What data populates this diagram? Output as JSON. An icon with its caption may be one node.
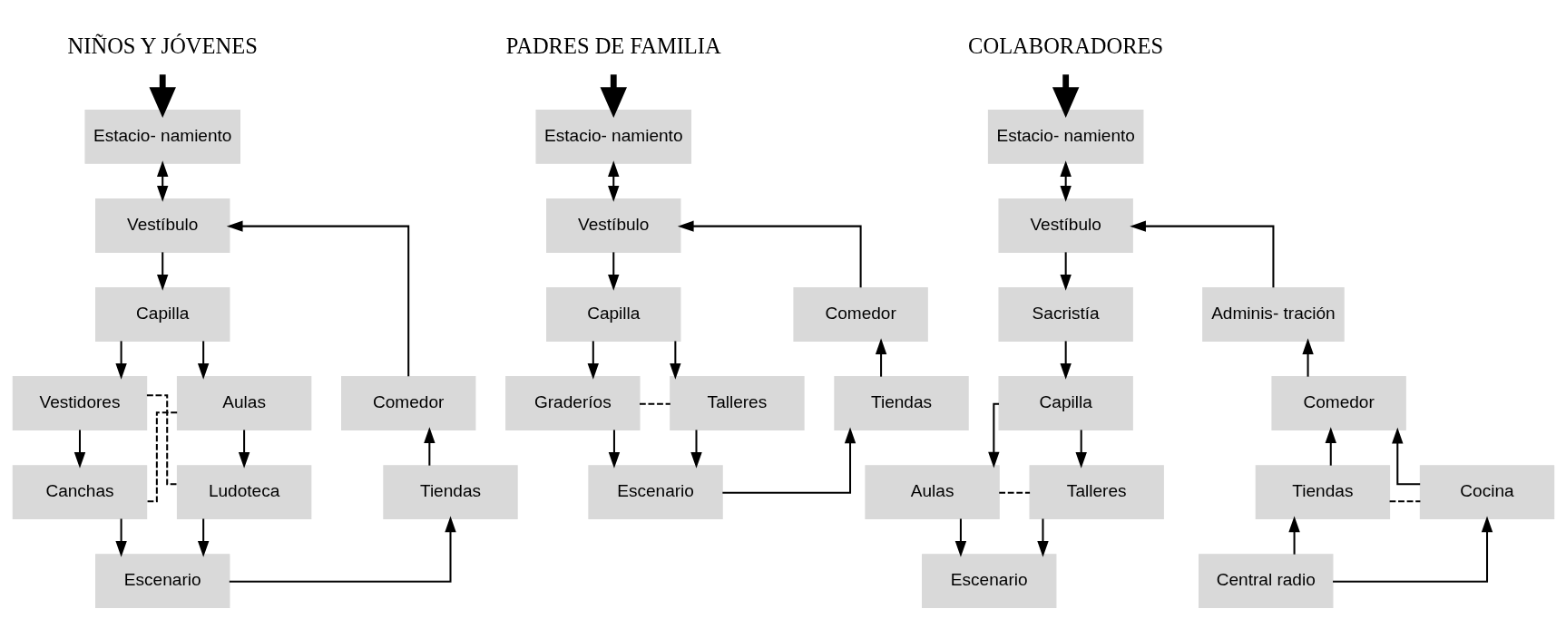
{
  "diagram": {
    "nodes": [
      {
        "text": [
          "NIÑOS Y JÓVENES"
        ]
      },
      {
        "text": [
          "Estacio- namiento"
        ]
      },
      {
        "text": [
          "Vestíbulo"
        ]
      },
      {
        "text": [
          "Capilla"
        ]
      },
      {
        "text": [
          "Comedor"
        ]
      },
      {
        "text": [
          "Vestidores"
        ]
      },
      {
        "text": [
          "Aulas"
        ]
      },
      {
        "text": [
          "Tiendas"
        ]
      },
      {
        "text": [
          "Canchas"
        ]
      },
      {
        "text": [
          "Ludoteca"
        ]
      },
      {
        "text": [
          "Escenario"
        ]
      },
      {
        "text": [
          "PADRES DE FAMILIA"
        ]
      },
      {
        "text": [
          "Estacio- namiento"
        ]
      },
      {
        "text": [
          "Vestíbulo"
        ]
      },
      {
        "text": [
          "Comedor"
        ]
      },
      {
        "text": [
          "Capilla"
        ]
      },
      {
        "text": [
          "Tiendas"
        ]
      },
      {
        "text": [
          "Graderíos"
        ]
      },
      {
        "text": [
          "Talleres"
        ]
      },
      {
        "text": [
          "Escenario"
        ]
      },
      {
        "text": [
          "COLABORADORES"
        ]
      },
      {
        "text": [
          "Estacio- namiento"
        ]
      },
      {
        "text": [
          "Vestíbulo"
        ]
      },
      {
        "text": [
          "Adminis- tración"
        ]
      },
      {
        "text": [
          "Sacristía"
        ]
      },
      {
        "text": [
          "Comedor"
        ]
      },
      {
        "text": [
          "Capilla"
        ]
      },
      {
        "text": [
          "Tiendas"
        ]
      },
      {
        "text": [
          "Cocina"
        ]
      },
      {
        "text": [
          "Aulas"
        ]
      },
      {
        "text": [
          "Talleres"
        ]
      },
      {
        "text": [
          "Central radio"
        ]
      },
      {
        "text": [
          "Escenario"
        ]
      }
    ],
    "edges": [
      {
        "from": 0,
        "to": 1,
        "arrow": "to",
        "style": "thick"
      },
      {
        "from": 1,
        "to": 2,
        "arrow": "both"
      },
      {
        "from": 2,
        "to": 3,
        "arrow": "to"
      },
      {
        "from": 3,
        "to": 5,
        "arrow": "to"
      },
      {
        "from": 3,
        "to": 6,
        "arrow": "to"
      },
      {
        "from": 5,
        "to": 8,
        "arrow": "to"
      },
      {
        "from": 6,
        "to": 9,
        "arrow": "to"
      },
      {
        "from": 5,
        "to": 9,
        "arrow": "none",
        "style": "dashed"
      },
      {
        "from": 6,
        "to": 8,
        "arrow": "none",
        "style": "dashed"
      },
      {
        "from": 8,
        "to": 10,
        "arrow": "to"
      },
      {
        "from": 9,
        "to": 10,
        "arrow": "to"
      },
      {
        "from": 10,
        "to": 7,
        "arrow": "to"
      },
      {
        "from": 7,
        "to": 4,
        "arrow": "to"
      },
      {
        "from": 4,
        "to": 2,
        "arrow": "to"
      },
      {
        "from": 11,
        "to": 12,
        "arrow": "to",
        "style": "thick"
      },
      {
        "from": 12,
        "to": 13,
        "arrow": "both"
      },
      {
        "from": 13,
        "to": 15,
        "arrow": "to"
      },
      {
        "from": 15,
        "to": 17,
        "arrow": "to"
      },
      {
        "from": 15,
        "to": 18,
        "arrow": "to"
      },
      {
        "from": 17,
        "to": 18,
        "arrow": "none",
        "style": "dashed"
      },
      {
        "from": 17,
        "to": 19,
        "arrow": "to"
      },
      {
        "from": 18,
        "to": 19,
        "arrow": "to"
      },
      {
        "from": 19,
        "to": 16,
        "arrow": "to"
      },
      {
        "from": 16,
        "to": 14,
        "arrow": "to"
      },
      {
        "from": 14,
        "to": 13,
        "arrow": "to"
      },
      {
        "from": 20,
        "to": 21,
        "arrow": "to",
        "style": "thick"
      },
      {
        "from": 21,
        "to": 22,
        "arrow": "both"
      },
      {
        "from": 23,
        "to": 22,
        "arrow": "to"
      },
      {
        "from": 22,
        "to": 24,
        "arrow": "to"
      },
      {
        "from": 25,
        "to": 23,
        "arrow": "to"
      },
      {
        "from": 24,
        "to": 26,
        "arrow": "to"
      },
      {
        "from": 27,
        "to": 25,
        "arrow": "to"
      },
      {
        "from": 28,
        "to": 25,
        "arrow": "to"
      },
      {
        "from": 27,
        "to": 28,
        "arrow": "none",
        "style": "dashed"
      },
      {
        "from": 31,
        "to": 27,
        "arrow": "to"
      },
      {
        "from": 31,
        "to": 28,
        "arrow": "to"
      },
      {
        "from": 26,
        "to": 29,
        "arrow": "to"
      },
      {
        "from": 26,
        "to": 30,
        "arrow": "to"
      },
      {
        "from": 29,
        "to": 30,
        "arrow": "none",
        "style": "dashed"
      },
      {
        "from": 29,
        "to": 32,
        "arrow": "to"
      },
      {
        "from": 30,
        "to": 32,
        "arrow": "to"
      }
    ]
  }
}
